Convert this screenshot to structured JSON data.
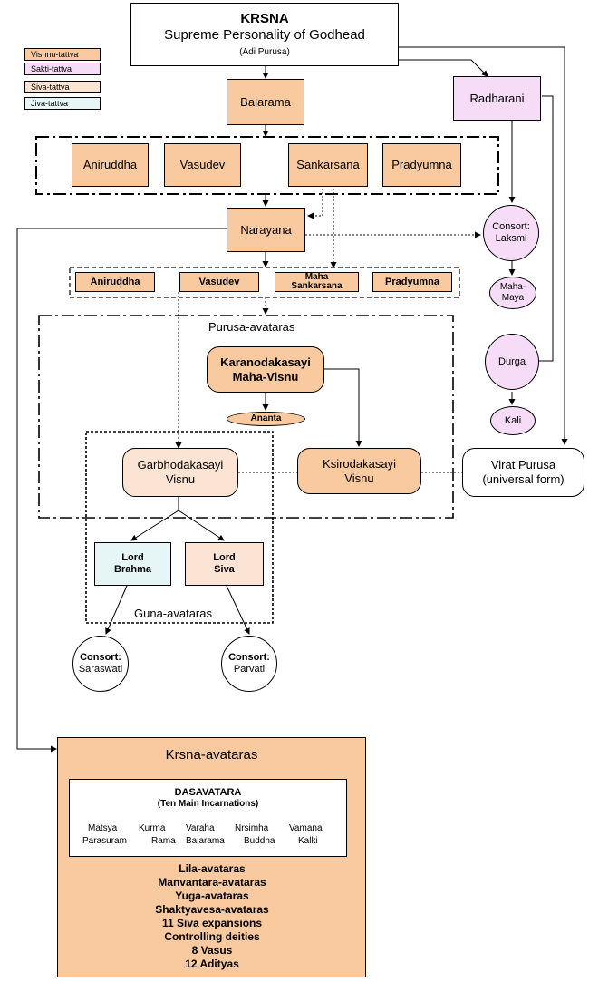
{
  "legend": [
    {
      "label": "Vishnu-tattva",
      "color": "#f9c9a0"
    },
    {
      "label": "Sakti-tattva",
      "color": "#f6dcf6"
    },
    {
      "label": "Siva-tattva",
      "color": "#fbe4d4"
    },
    {
      "label": "Jiva-tattva",
      "color": "#e6f6f6"
    }
  ],
  "krsna": {
    "title": "KRSNA",
    "subtitle": "Supreme Personality of Godhead",
    "note": "(Adi Purusa)"
  },
  "balarama": "Balarama",
  "radharani": "Radharani",
  "first_quad": [
    "Aniruddha",
    "Vasudev",
    "Sankarsana",
    "Pradyumna"
  ],
  "narayana": "Narayana",
  "laksmi": {
    "line1": "Consort:",
    "line2": "Laksmi"
  },
  "maha_maya": {
    "line1": "Maha-",
    "line2": "Maya"
  },
  "durga": "Durga",
  "kali": "Kali",
  "second_quad": [
    "Aniruddha",
    "Vasudev",
    "Maha",
    "Sankarsana",
    "Pradyumna"
  ],
  "purusa_label": "Purusa-avataras",
  "karanodakasayi": {
    "line1": "Karanodakasayi",
    "line2": "Maha-Visnu"
  },
  "ananta": "Ananta",
  "garbhodakasayi": {
    "line1": "Garbhodakasayi",
    "line2": "Visnu"
  },
  "ksirodakasayi": {
    "line1": "Ksirodakasayi",
    "line2": "Visnu"
  },
  "virat": {
    "line1": "Virat Purusa",
    "line2": "(universal form)"
  },
  "brahma": {
    "line1": "Lord",
    "line2": "Brahma"
  },
  "siva": {
    "line1": "Lord",
    "line2": "Siva"
  },
  "guna_label": "Guna-avataras",
  "saraswati": {
    "line1": "Consort:",
    "line2": "Saraswati"
  },
  "parvati": {
    "line1": "Consort:",
    "line2": "Parvati"
  },
  "krsna_avataras": {
    "title": "Krsna-avataras",
    "dasavatara_title": "DASAVATARA",
    "dasavatara_sub": "(Ten Main Incarnations)",
    "row1": [
      "Matsya",
      "Kurma",
      "Varaha",
      "Nrsimha",
      "Vamana"
    ],
    "row2": [
      "Parasuram",
      "Rama",
      "Balarama",
      "Buddha",
      "Kalki"
    ],
    "list": [
      "Lila-avataras",
      "Manvantara-avataras",
      "Yuga-avataras",
      "Shaktyavesa-avataras",
      "11 Siva expansions",
      "Controlling deities",
      "8 Vasus",
      "12 Adityas"
    ]
  }
}
